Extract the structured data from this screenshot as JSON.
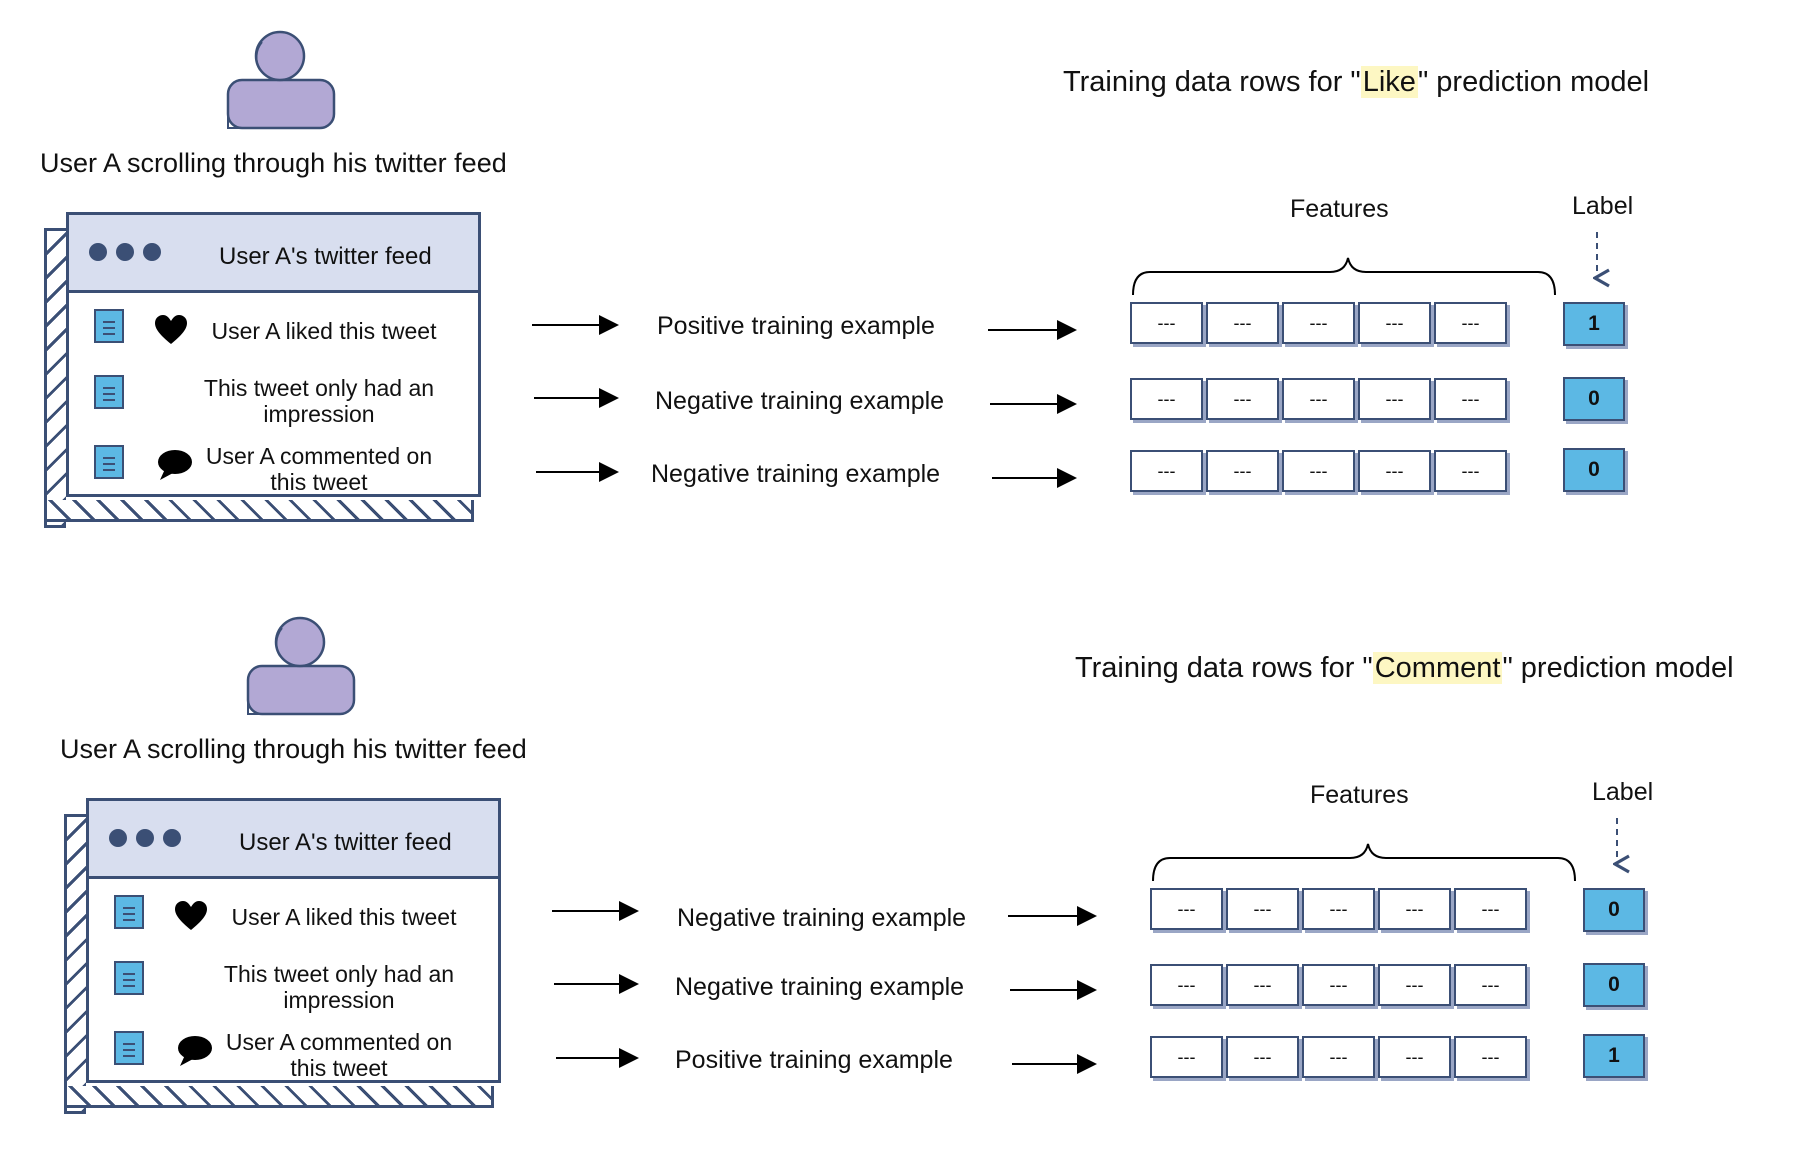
{
  "colors": {
    "accent_blue": "#5cb8e4",
    "outline_navy": "#3b4f75",
    "user_purple": "#b2a8d4",
    "header_fill": "#d8deef",
    "highlight": "#fdf7c3"
  },
  "sections": [
    {
      "title_prefix": "Training data rows for \"",
      "title_highlight": "Like",
      "title_suffix": "\" prediction model",
      "user_caption": "User A scrolling through his twitter feed",
      "feed_title": "User A's twitter feed",
      "feed_items": [
        {
          "icon": "heart-icon",
          "line1": "User A liked this tweet",
          "line2": ""
        },
        {
          "icon": "",
          "line1": "This tweet only had an",
          "line2": "impression"
        },
        {
          "icon": "speech-bubble-icon",
          "line1": "User A commented on",
          "line2": "this tweet"
        }
      ],
      "examples": [
        "Positive training example",
        "Negative training example",
        "Negative training example"
      ],
      "features_label": "Features",
      "label_header": "Label",
      "feature_cells": [
        "---",
        "---",
        "---",
        "---",
        "---"
      ],
      "labels": [
        "1",
        "0",
        "0"
      ]
    },
    {
      "title_prefix": "Training data rows for \"",
      "title_highlight": "Comment",
      "title_suffix": "\" prediction model",
      "user_caption": "User A scrolling through his twitter feed",
      "feed_title": "User A's twitter feed",
      "feed_items": [
        {
          "icon": "heart-icon",
          "line1": "User A liked this tweet",
          "line2": ""
        },
        {
          "icon": "",
          "line1": "This tweet only had an",
          "line2": "impression"
        },
        {
          "icon": "speech-bubble-icon",
          "line1": "User A commented on",
          "line2": "this tweet"
        }
      ],
      "examples": [
        "Negative training example",
        "Negative training example",
        "Positive training example"
      ],
      "features_label": "Features",
      "label_header": "Label",
      "feature_cells": [
        "---",
        "---",
        "---",
        "---",
        "---"
      ],
      "labels": [
        "0",
        "0",
        "1"
      ]
    }
  ]
}
